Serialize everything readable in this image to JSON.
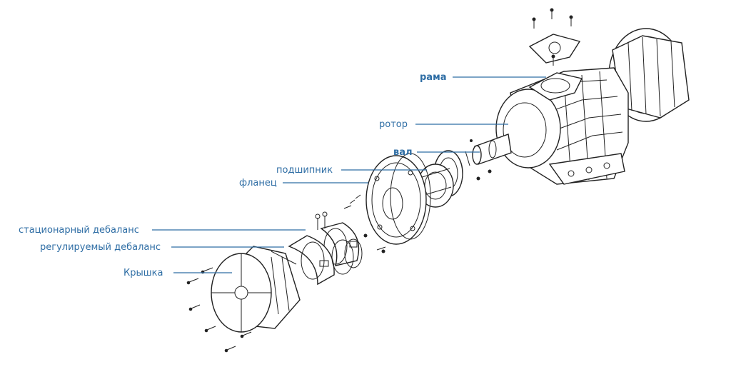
{
  "labels": {
    "frame": "рама",
    "rotor": "ротор",
    "shaft": "вал",
    "bearing": "подшипник",
    "flange": "фланец",
    "fixed_unbalance": "стационарный дебаланс",
    "adjustable_unbalance": "регулируемый дебаланс",
    "cover": "Крышка"
  },
  "colors": {
    "label": "#2f6ea5",
    "line_art": "#222222",
    "background": "#ffffff"
  }
}
